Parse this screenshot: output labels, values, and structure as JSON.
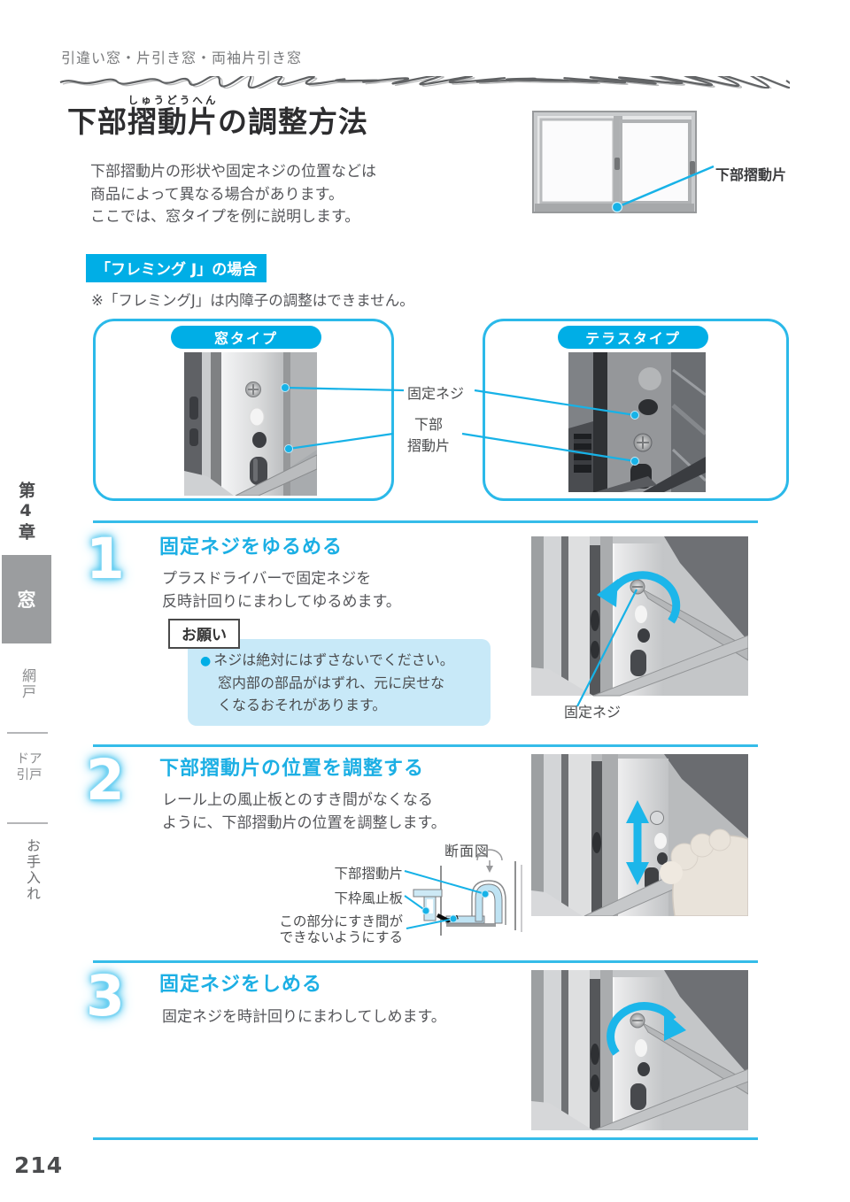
{
  "colors": {
    "accent": "#00AEE6",
    "callout_line": "#17B2E7",
    "note_bg": "#C8E9F8",
    "tab_bg": "#9B9D9F",
    "heading_cyan": "#1CAFE4"
  },
  "header": {
    "breadcrumb": "引違い窓・片引き窓・両袖片引き窓",
    "title_prefix": "下部",
    "title_ruby_base": "摺動片",
    "title_ruby": "しゅうどうへん",
    "title_suffix": "の調整方法"
  },
  "intro": {
    "line1": "下部摺動片の形状や固定ネジの位置などは",
    "line2": "商品によって異なる場合があります。",
    "line3": "ここでは、窓タイプを例に説明します。"
  },
  "case_section": {
    "label": "「フレミング J」の場合",
    "note": "※「フレミングJ」は内障子の調整はできません。"
  },
  "window_figure": {
    "callout": "下部摺動片"
  },
  "type_boxes": {
    "left_title": "窓タイプ",
    "right_title": "テラスタイプ",
    "callout_screw": "固定ネジ",
    "callout_piece_line1": "下部",
    "callout_piece_line2": "摺動片"
  },
  "steps": [
    {
      "number": "1",
      "heading": "固定ネジをゆるめる",
      "body": [
        "プラスドライバーで固定ネジを",
        "反時計回りにまわしてゆるめます。"
      ],
      "note_label": "お願い",
      "note_bullet": "●",
      "note_text": [
        "ネジは絶対にはずさないでください。",
        "窓内部の部品がはずれ、元に戻せな",
        "くなるおそれがあります。"
      ],
      "photo_caption": "固定ネジ"
    },
    {
      "number": "2",
      "heading": "下部摺動片の位置を調整する",
      "body": [
        "レール上の風止板とのすき間がなくなる",
        "ように、下部摺動片の位置を調整します。"
      ],
      "diagram": {
        "title": "断面図",
        "label1": "下部摺動片",
        "label2": "下枠風止板",
        "label3": "この部分にすき間が",
        "label4": "できないようにする"
      }
    },
    {
      "number": "3",
      "heading": "固定ネジをしめる",
      "body": [
        "固定ネジを時計回りにまわしてしめます。"
      ]
    }
  ],
  "sidebar": {
    "chapter": "第4章",
    "tab_active": "窓",
    "item_amido": "網戸",
    "item_door_line1": "ドア",
    "item_door_line2": "引戸",
    "item_care": "お手入れ"
  },
  "footer": {
    "page_number": "214"
  }
}
